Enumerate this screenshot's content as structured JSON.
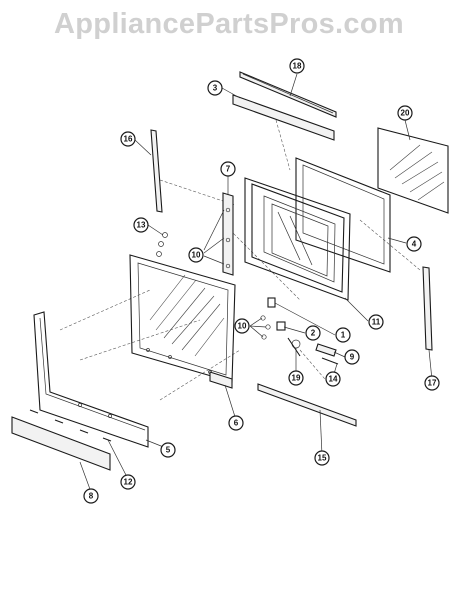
{
  "header": {
    "watermark": "AppliancePartsPros.com"
  },
  "colors": {
    "ink": "#1a1a1a",
    "watermark": "#d0d0d0",
    "background": "#ffffff"
  },
  "callouts": {
    "c1": "1",
    "c2": "2",
    "c3": "3",
    "c4": "4",
    "c5": "5",
    "c6": "6",
    "c7": "7",
    "c8": "8",
    "c9": "9",
    "c10a": "10",
    "c10b": "10",
    "c11": "11",
    "c12": "12",
    "c13": "13",
    "c14": "14",
    "c15": "15",
    "c16": "16",
    "c17": "17",
    "c18": "18",
    "c19": "19",
    "c20": "20"
  }
}
